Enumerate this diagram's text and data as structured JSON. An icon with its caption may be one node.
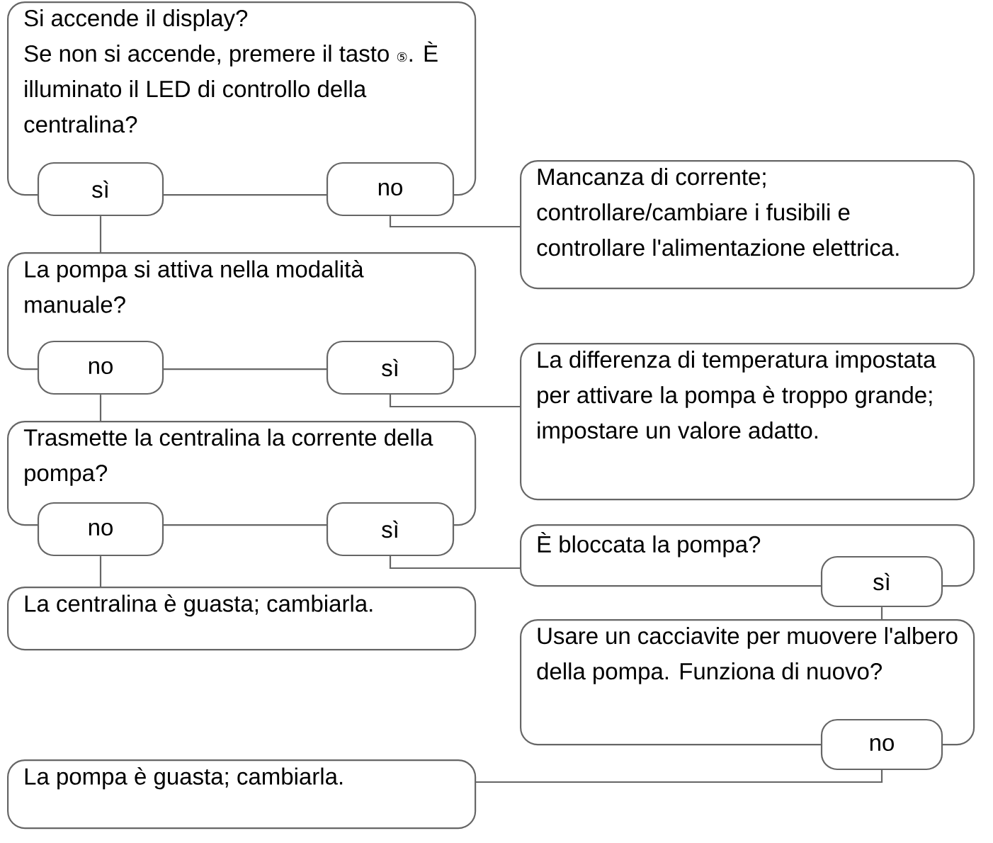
{
  "diagram": {
    "nodes": [
      {
        "text": [
          "Si accende il display?",
          "Se non si accende, premere il tasto ⑤. È illuminato il LED di controllo della centralina?"
        ]
      },
      {
        "text": [
          "sì"
        ]
      },
      {
        "text": [
          "no"
        ]
      },
      {
        "text": [
          "Mancanza di corrente; controllare/cambiare i fusibili e controllare l'alimentazione elettrica."
        ]
      },
      {
        "text": [
          "La pompa si attiva nella modalità manuale?"
        ]
      },
      {
        "text": [
          "no"
        ]
      },
      {
        "text": [
          "sì"
        ]
      },
      {
        "text": [
          "La differenza di temperatura impostata per attivare la pompa è troppo grande; impostare un valore adatto."
        ]
      },
      {
        "text": [
          "Trasmette la centralina la corrente della pompa?"
        ]
      },
      {
        "text": [
          "no"
        ]
      },
      {
        "text": [
          "sì"
        ]
      },
      {
        "text": [
          "La centralina è guasta; cambiarla."
        ]
      },
      {
        "text": [
          "È bloccata la pompa?"
        ]
      },
      {
        "text": [
          "sì"
        ]
      },
      {
        "text": [
          "Usare un cacciavite per muovere l'albero della pompa. Funziona di nuovo?"
        ]
      },
      {
        "text": [
          "no"
        ]
      },
      {
        "text": [
          "La pompa è guasta; cambiarla."
        ]
      }
    ],
    "edges": [
      {
        "from": 1,
        "to": 4,
        "arrow": "none"
      },
      {
        "from": 2,
        "to": 3,
        "arrow": "none"
      },
      {
        "from": 5,
        "to": 8,
        "arrow": "none"
      },
      {
        "from": 6,
        "to": 7,
        "arrow": "none"
      },
      {
        "from": 9,
        "to": 11,
        "arrow": "none"
      },
      {
        "from": 10,
        "to": 12,
        "arrow": "none"
      },
      {
        "from": 13,
        "to": 14,
        "arrow": "none"
      },
      {
        "from": 15,
        "to": 16,
        "arrow": "none"
      }
    ]
  }
}
